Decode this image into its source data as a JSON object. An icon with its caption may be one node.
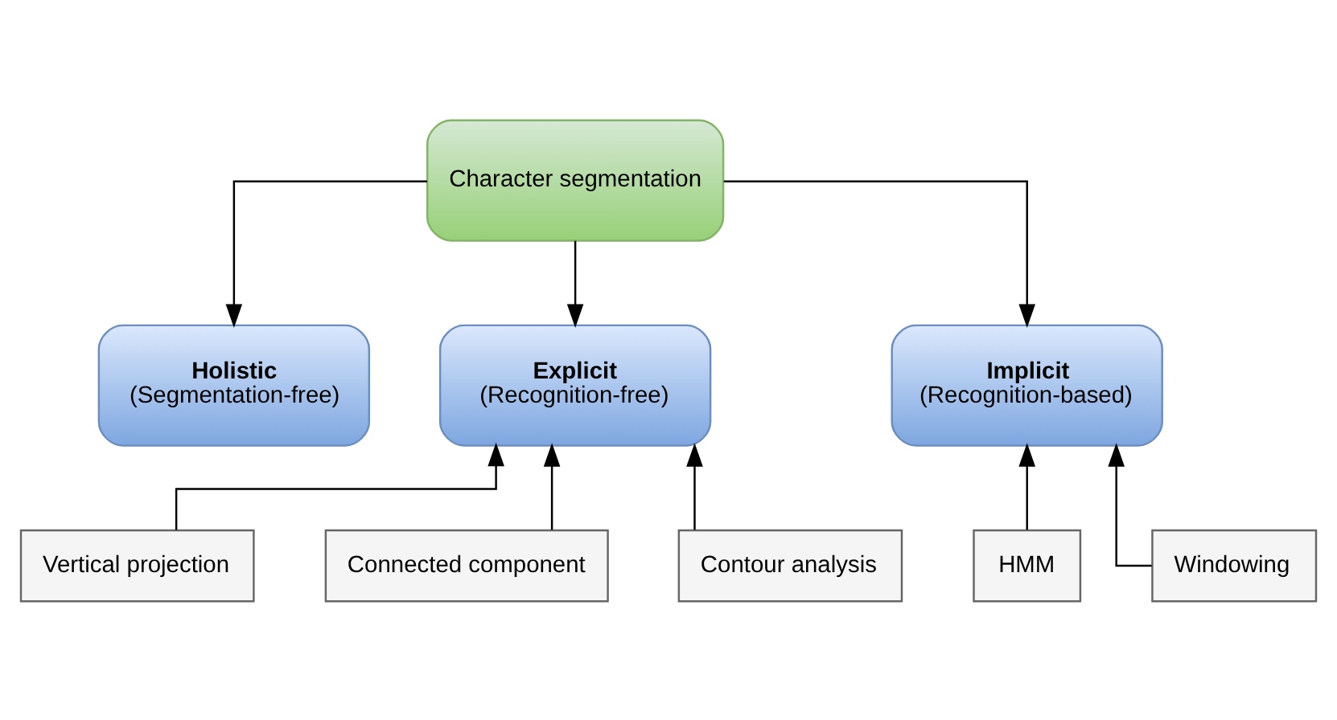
{
  "diagram": {
    "nodes": [
      {
        "text": [
          "Character segmentation"
        ]
      },
      {
        "text": [
          "Holistic",
          "(Segmentation-free)"
        ]
      },
      {
        "text": [
          "Explicit",
          "(Recognition-free)"
        ]
      },
      {
        "text": [
          "Implicit",
          "(Recognition-based)"
        ]
      },
      {
        "text": [
          "Vertical projection"
        ]
      },
      {
        "text": [
          "Connected component"
        ]
      },
      {
        "text": [
          "Contour analysis"
        ]
      },
      {
        "text": [
          "HMM"
        ]
      },
      {
        "text": [
          "Windowing"
        ]
      }
    ],
    "edges": [
      {
        "from": 0,
        "to": 1,
        "arrow": "to"
      },
      {
        "from": 0,
        "to": 2,
        "arrow": "to"
      },
      {
        "from": 0,
        "to": 3,
        "arrow": "to"
      },
      {
        "from": 4,
        "to": 2,
        "arrow": "to"
      },
      {
        "from": 5,
        "to": 2,
        "arrow": "to"
      },
      {
        "from": 6,
        "to": 2,
        "arrow": "to"
      },
      {
        "from": 7,
        "to": 3,
        "arrow": "to"
      },
      {
        "from": 8,
        "to": 3,
        "arrow": "to"
      }
    ]
  }
}
